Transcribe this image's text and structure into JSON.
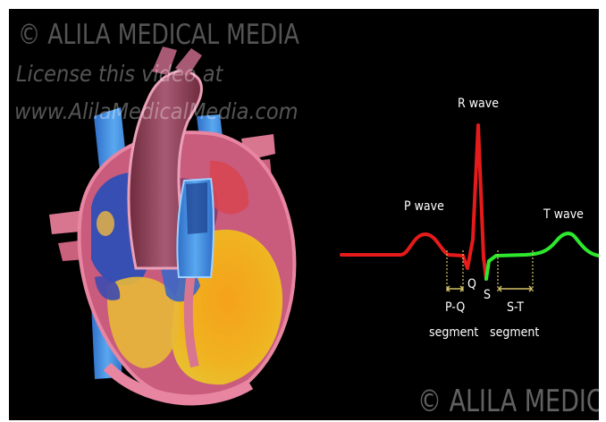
{
  "watermark": {
    "line1": "© ALILA MEDICAL MEDIA",
    "line2": "License this video at",
    "line3": "www.AlilaMedicalMedia.com",
    "bottom": "© ALILA MEDICAL MEDIA"
  },
  "ecg": {
    "labels": {
      "r_wave": "R wave",
      "p_wave": "P wave",
      "t_wave": "T wave",
      "q": "Q",
      "s": "S",
      "pq_line1": "P-Q",
      "pq_line2": "segment",
      "st_line1": "S-T",
      "st_line2": "segment"
    },
    "colors": {
      "depolarization": "#e51b1b",
      "repolarization": "#2ee82e",
      "segment_marker": "#d4c46a"
    }
  },
  "colors": {
    "background": "#000000",
    "frame": "#ffffff"
  }
}
